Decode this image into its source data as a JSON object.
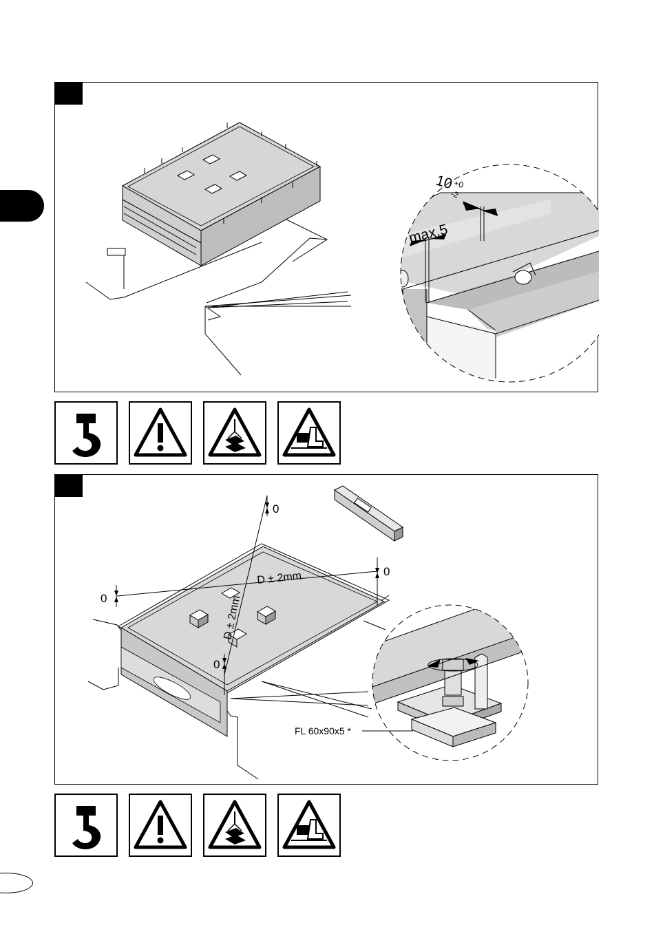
{
  "figure1": {
    "dim_nominal": "10",
    "dim_tol_plus": "+0",
    "dim_tol_minus": "-2",
    "gap_label": "max.5"
  },
  "figure2": {
    "level_mark_top": "0",
    "level_mark_right": "0",
    "level_mark_left": "0",
    "level_mark_bottom": "0",
    "diag_label_1": "D ± 2mm",
    "diag_label_2": "D ± 2mm",
    "flat_bar_label": "FL 60x90x5 *"
  },
  "icons": [
    {
      "icon": "crane-hook-icon"
    },
    {
      "icon": "general-warning-icon"
    },
    {
      "icon": "suspended-load-warning-icon"
    },
    {
      "icon": "crushing-foot-warning-icon"
    }
  ]
}
